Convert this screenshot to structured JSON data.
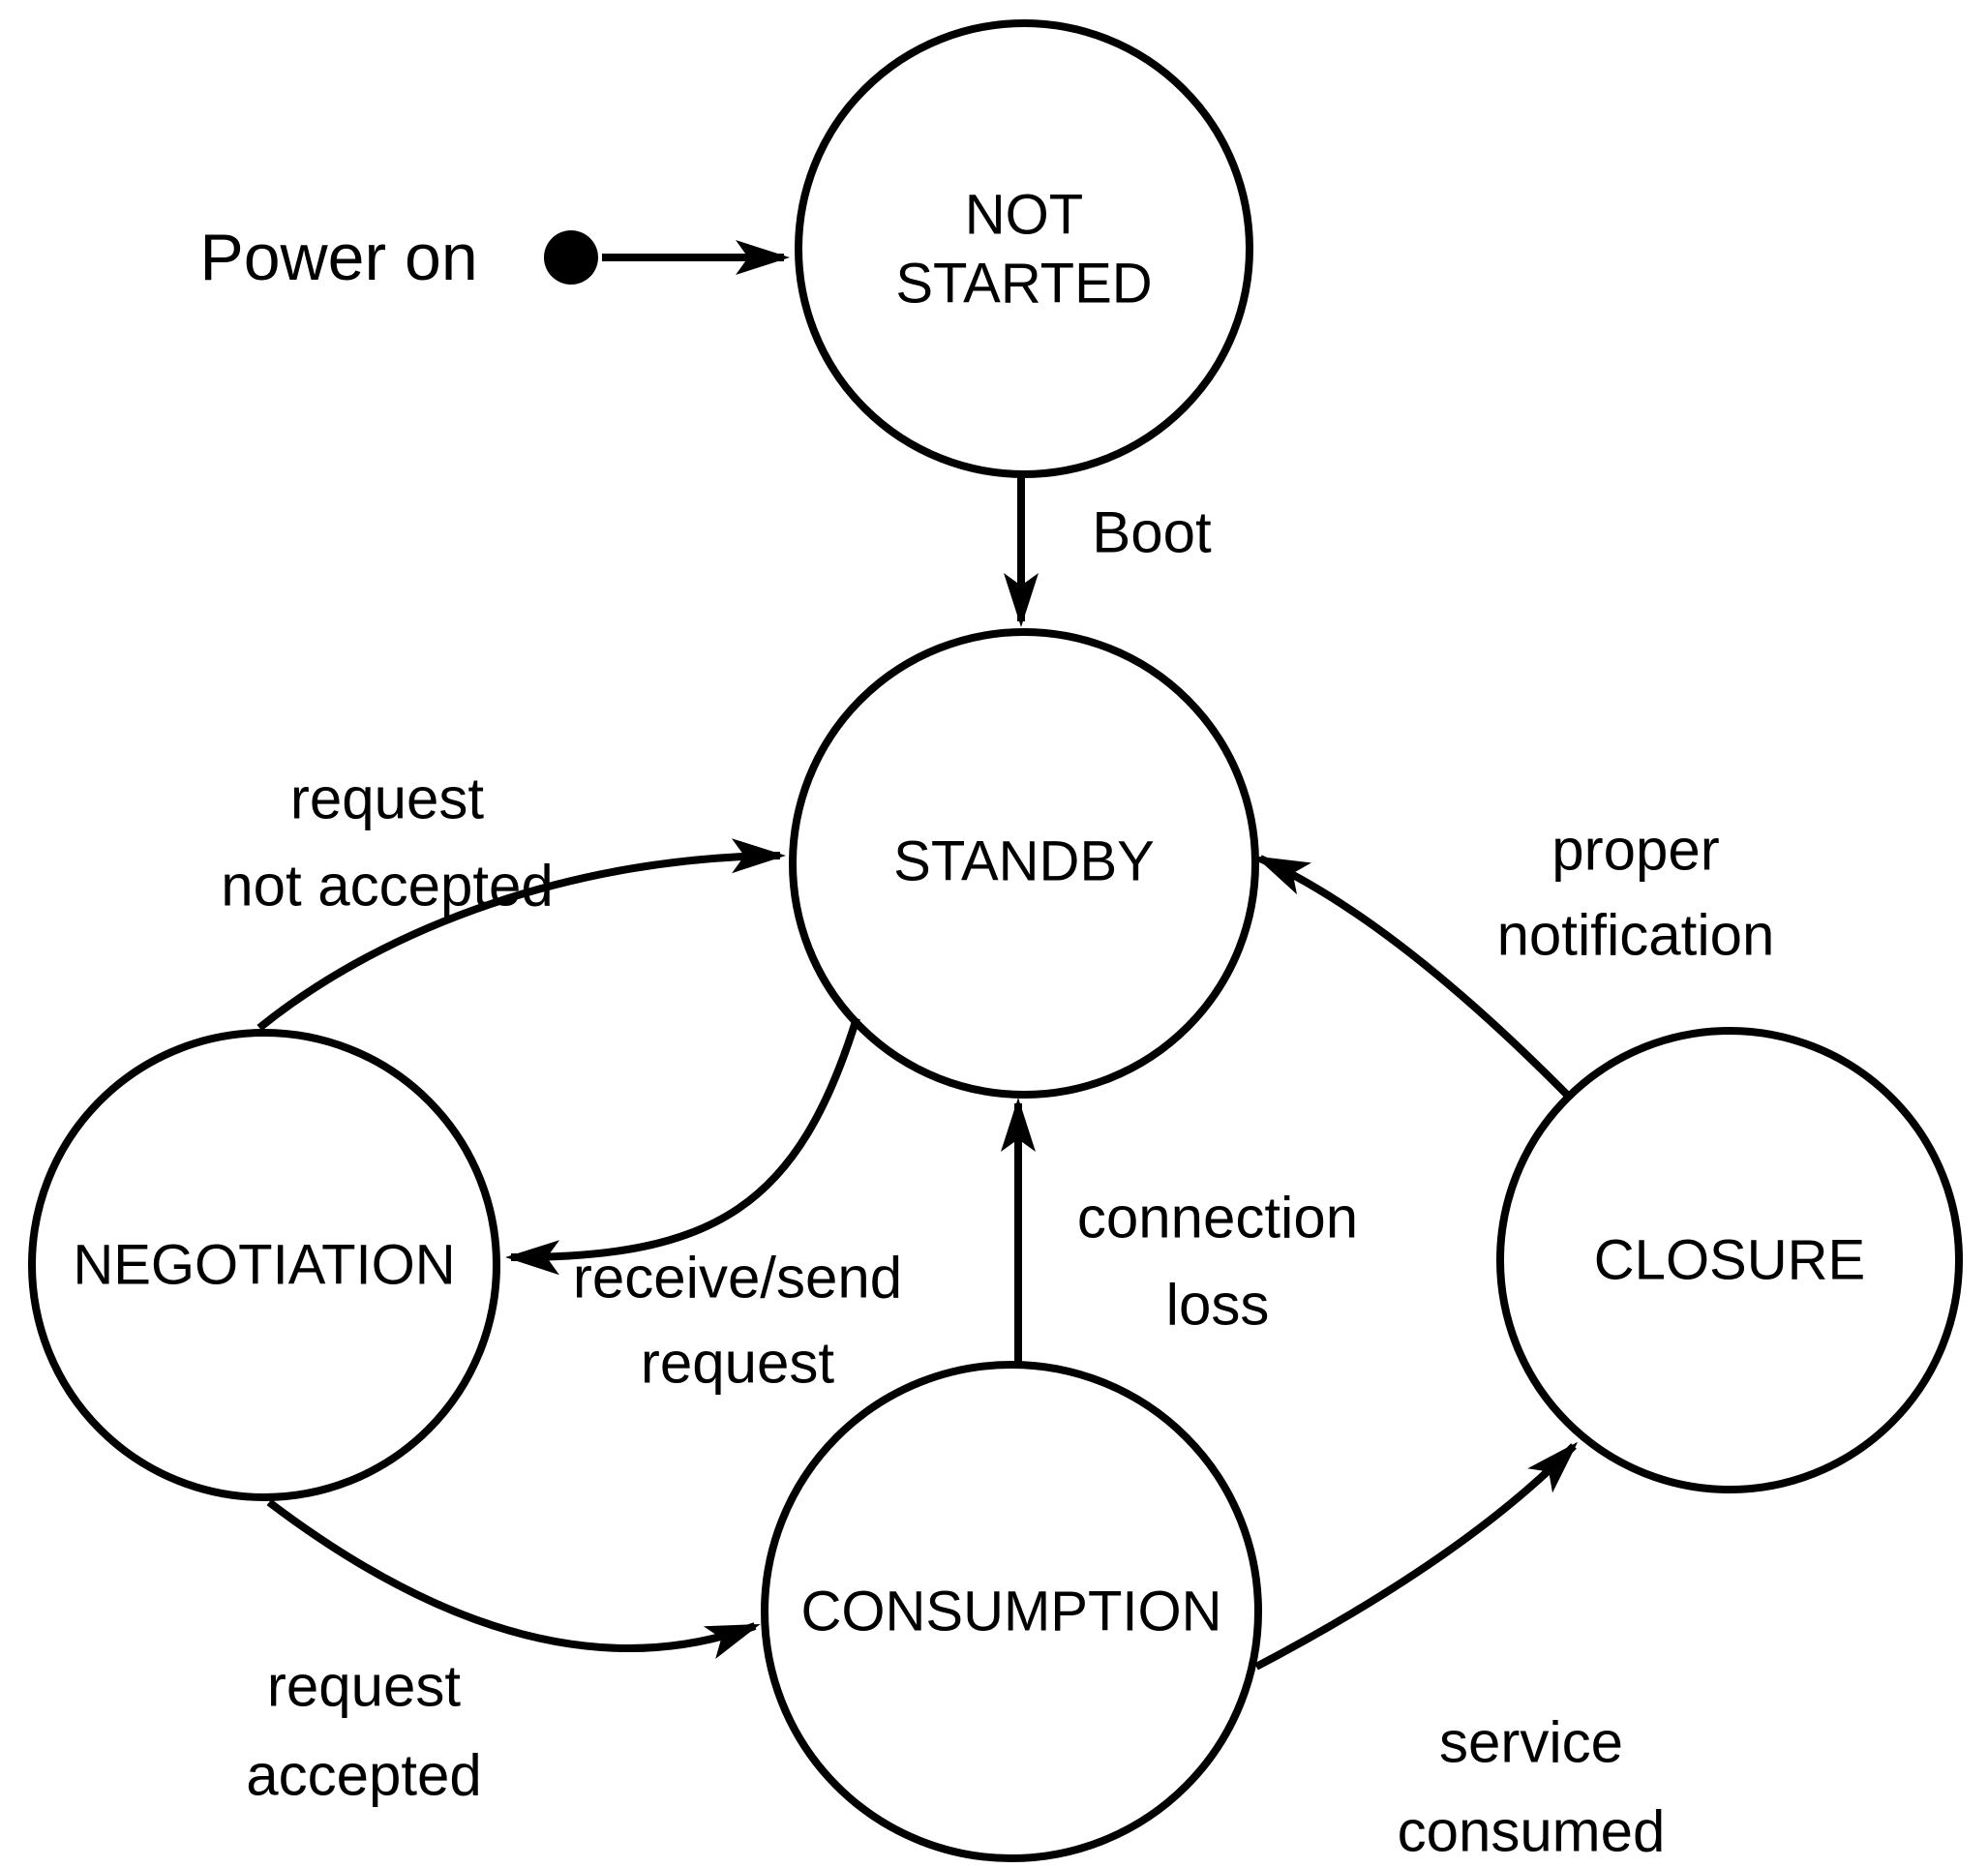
{
  "diagram": {
    "type": "state-machine",
    "colors": {
      "background": "#ffffff",
      "stroke": "#000000",
      "text": "#000000"
    },
    "initial_state": {
      "label": "Power on"
    },
    "states": [
      {
        "id": "not-started",
        "lines": [
          "NOT",
          "STARTED"
        ]
      },
      {
        "id": "standby",
        "lines": [
          "STANDBY"
        ]
      },
      {
        "id": "negotiation",
        "lines": [
          "NEGOTIATION"
        ]
      },
      {
        "id": "consumption",
        "lines": [
          "CONSUMPTION"
        ]
      },
      {
        "id": "closure",
        "lines": [
          "CLOSURE"
        ]
      }
    ],
    "transitions": [
      {
        "from": "initial",
        "to": "not-started",
        "lines": []
      },
      {
        "from": "not-started",
        "to": "standby",
        "lines": [
          "Boot"
        ]
      },
      {
        "from": "negotiation",
        "to": "standby",
        "lines": [
          "request",
          "not accepted"
        ]
      },
      {
        "from": "standby",
        "to": "negotiation",
        "lines": [
          "receive/send",
          "request"
        ]
      },
      {
        "from": "negotiation",
        "to": "consumption",
        "lines": [
          "request",
          "accepted"
        ]
      },
      {
        "from": "consumption",
        "to": "standby",
        "lines": [
          "connection",
          "loss"
        ]
      },
      {
        "from": "consumption",
        "to": "closure",
        "lines": [
          "service",
          "consumed"
        ]
      },
      {
        "from": "closure",
        "to": "standby",
        "lines": [
          "proper",
          "notification"
        ]
      }
    ]
  }
}
